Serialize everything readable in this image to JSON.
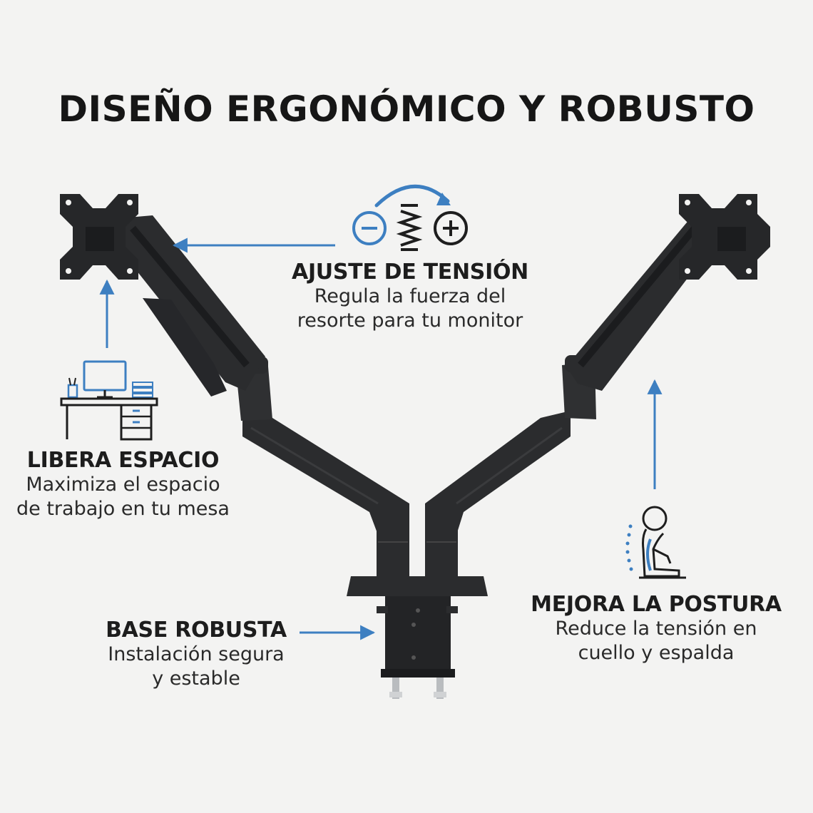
{
  "title": "DISEÑO ERGONÓMICO Y ROBUSTO",
  "colors": {
    "accent": "#3d7fc1",
    "arm": "#2b2c2e",
    "arm_dark": "#1b1c1e",
    "background": "#f3f3f2"
  },
  "features": {
    "tension": {
      "title": "AJUSTE DE TENSIÓN",
      "desc_line1": "Regula la fuerza del",
      "desc_line2": "resorte para tu monitor",
      "icon": "spring-tension-icon"
    },
    "space": {
      "title": "LIBERA ESPACIO",
      "desc_line1": "Maximiza el espacio",
      "desc_line2": "de trabajo en tu mesa",
      "icon": "desk-workspace-icon"
    },
    "base": {
      "title": "BASE ROBUSTA",
      "desc_line1": "Instalación segura",
      "desc_line2": "y estable"
    },
    "posture": {
      "title": "MEJORA LA POSTURA",
      "desc_line1": "Reduce la tensión en",
      "desc_line2": "cuello y espalda",
      "icon": "posture-person-icon"
    }
  }
}
